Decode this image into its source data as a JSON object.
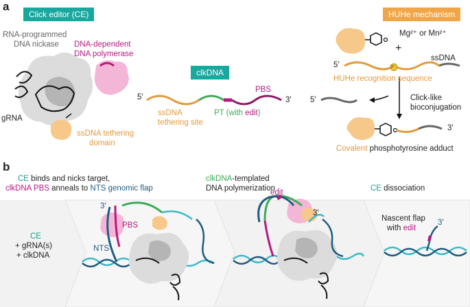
{
  "panel_a": {
    "letter": "a",
    "ce_tag": "Click editor (CE)",
    "nickase_line1": "RNA-programmed",
    "nickase_line2": "DNA nickase",
    "polymerase_line1": "DNA-dependent",
    "polymerase_line2": "DNA polymerase",
    "grna": "gRNA",
    "tether_line1": "ssDNA tethering",
    "tether_line2": "domain",
    "clkdna_tag": "clkDNA",
    "five_prime": "5′",
    "three_prime": "3′",
    "pbs": "PBS",
    "ssdna_line1": "ssDNA",
    "ssdna_line2": "tethering site",
    "pt_prefix": "PT (with ",
    "pt_edit": "edit",
    "pt_suffix": ")",
    "huhe_tag": "HUHe mechanism",
    "metal": "Mg²⁺ or Mn²⁺",
    "plus": "+",
    "ssdna": "ssDNA",
    "huhe_five": "5′",
    "recognition": "HUHe recognition sequence",
    "cleaved_five": "5′",
    "click_line1": "Click-like",
    "click_line2": "bioconjugation",
    "adduct_three": "3′",
    "covalent": "Covalent",
    "adduct_rest": " phosphotyrosine adduct",
    "p_label": "P"
  },
  "panel_b": {
    "letter": "b",
    "step1_ce": "CE",
    "step1_rest1": " binds and nicks target,",
    "step1_clk": "clkDNA",
    "step1_pbs": " PBS",
    "step1_anneals": " anneals to ",
    "step1_nts": "NTS genomic flap",
    "step2_clk": "clkDNA",
    "step2_rest": "-templated",
    "step2_line2": "DNA polymerization",
    "step3_ce": "CE",
    "step3_rest": " dissociation",
    "left_ce": "CE",
    "left_grna": "+ gRNA(s)",
    "left_clk": "+ clkDNA",
    "three_prime_1": "3′",
    "pbs_label": "PBS",
    "nts_label": "NTS",
    "edit_label": "edit",
    "three_prime_2": "3′",
    "nascent_line1": "Nascent flap",
    "nascent_with": "with ",
    "nascent_edit": "edit",
    "three_prime_3": "3′"
  },
  "colors": {
    "teal": "#1f9a93",
    "magenta": "#b5187f",
    "orange": "#e39a3b",
    "green": "#3caa55",
    "navy": "#1f5c80",
    "protein_gray": "#d9d9d9",
    "pink": "#f4b6d6"
  }
}
